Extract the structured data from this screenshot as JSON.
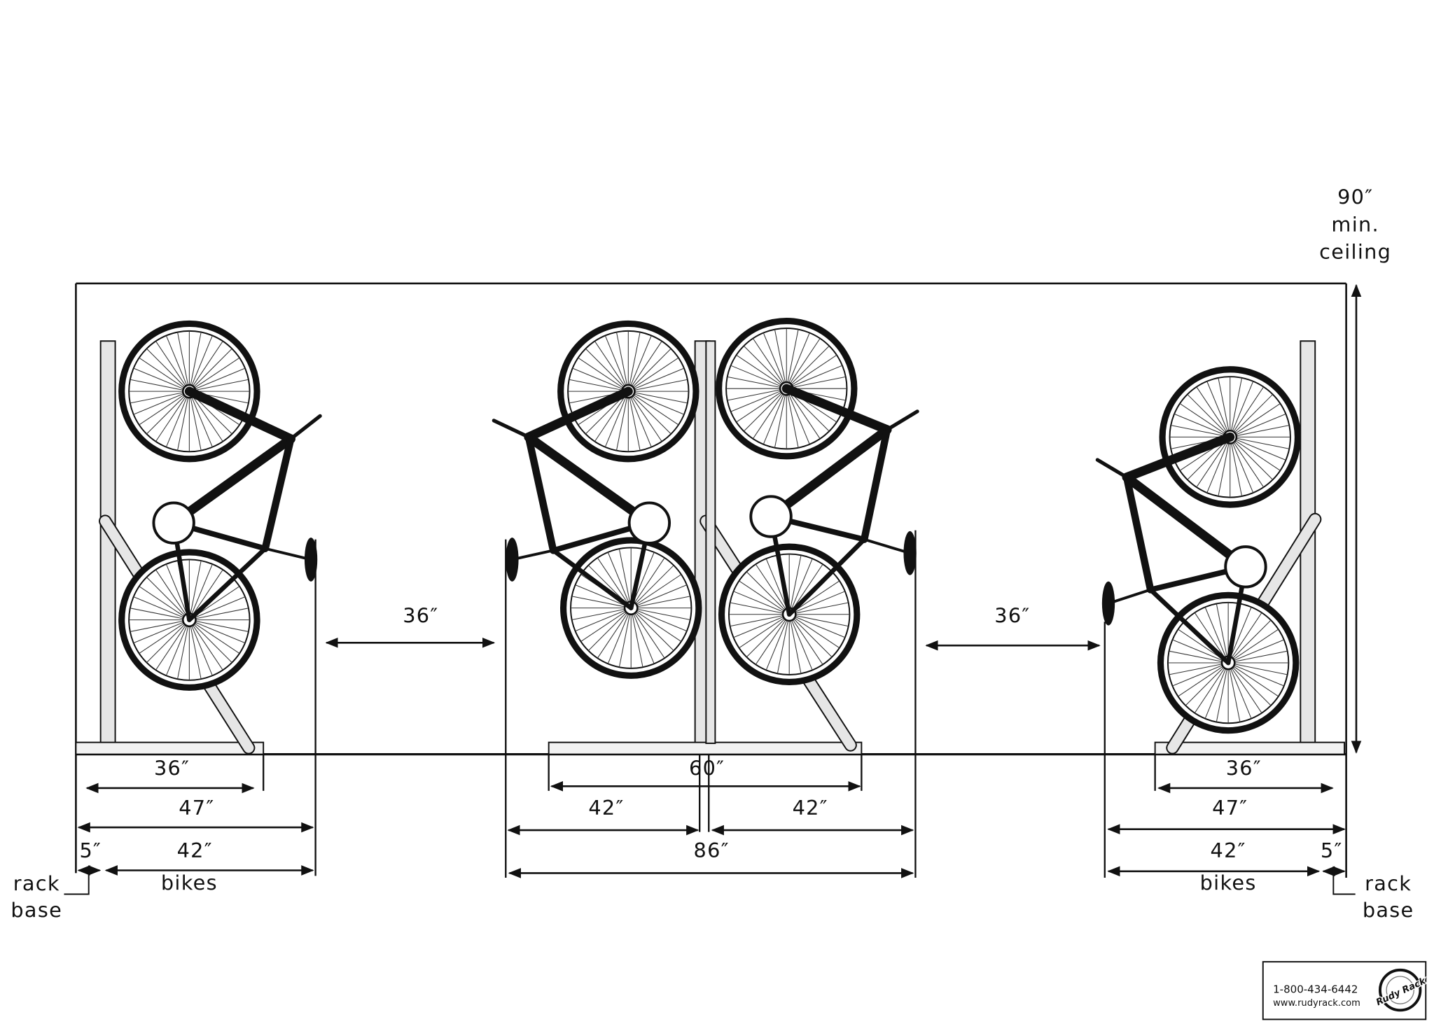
{
  "ceiling": {
    "value": "90″",
    "line1": "min.",
    "line2": "ceiling"
  },
  "left": {
    "d36": "36″",
    "d47": "47″",
    "d5": "5″",
    "d42": "42″",
    "bikes": "bikes",
    "rack": "rack",
    "base": "base"
  },
  "gap_left": "36″",
  "center": {
    "d60": "60″",
    "d42a": "42″",
    "d42b": "42″",
    "d86": "86″"
  },
  "gap_right": "36″",
  "right": {
    "d36": "36″",
    "d47": "47″",
    "d42": "42″",
    "d5": "5″",
    "bikes": "bikes",
    "rack": "rack",
    "base": "base"
  },
  "logo": {
    "phone": "1-800-434-6442",
    "url": "www.rudyrack.com",
    "brand": "Rudy Rack"
  },
  "colors": {
    "ink": "#111111",
    "rack": "#d9d9d9"
  }
}
